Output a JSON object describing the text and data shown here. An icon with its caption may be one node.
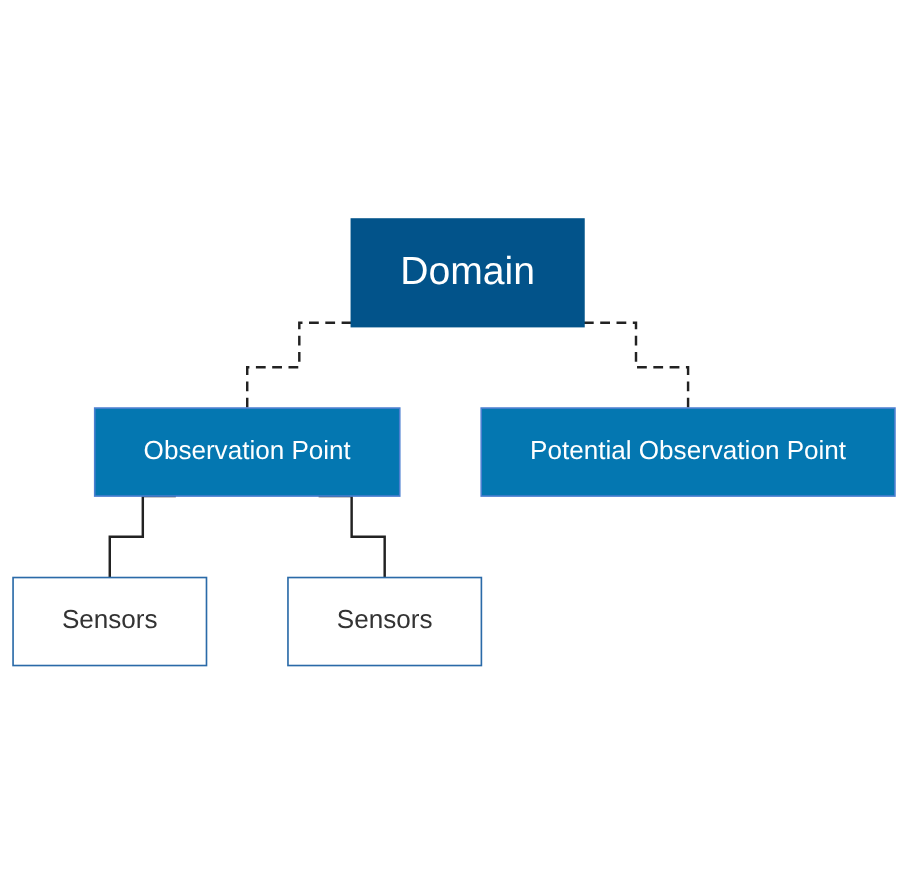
{
  "diagram": {
    "nodes": [
      {
        "text": [
          "Domain"
        ]
      },
      {
        "text": [
          "Observation Point"
        ]
      },
      {
        "text": [
          "Potential Observation Point"
        ]
      },
      {
        "text": [
          "Sensors"
        ]
      },
      {
        "text": [
          "Sensors"
        ]
      }
    ],
    "edges": [
      {
        "from": 0,
        "to": 1,
        "arrow": "none",
        "style": "dashed"
      },
      {
        "from": 0,
        "to": 2,
        "arrow": "none",
        "style": "dashed"
      },
      {
        "from": 1,
        "to": 3,
        "arrow": "none"
      },
      {
        "from": 1,
        "to": 4,
        "arrow": "none"
      }
    ]
  }
}
